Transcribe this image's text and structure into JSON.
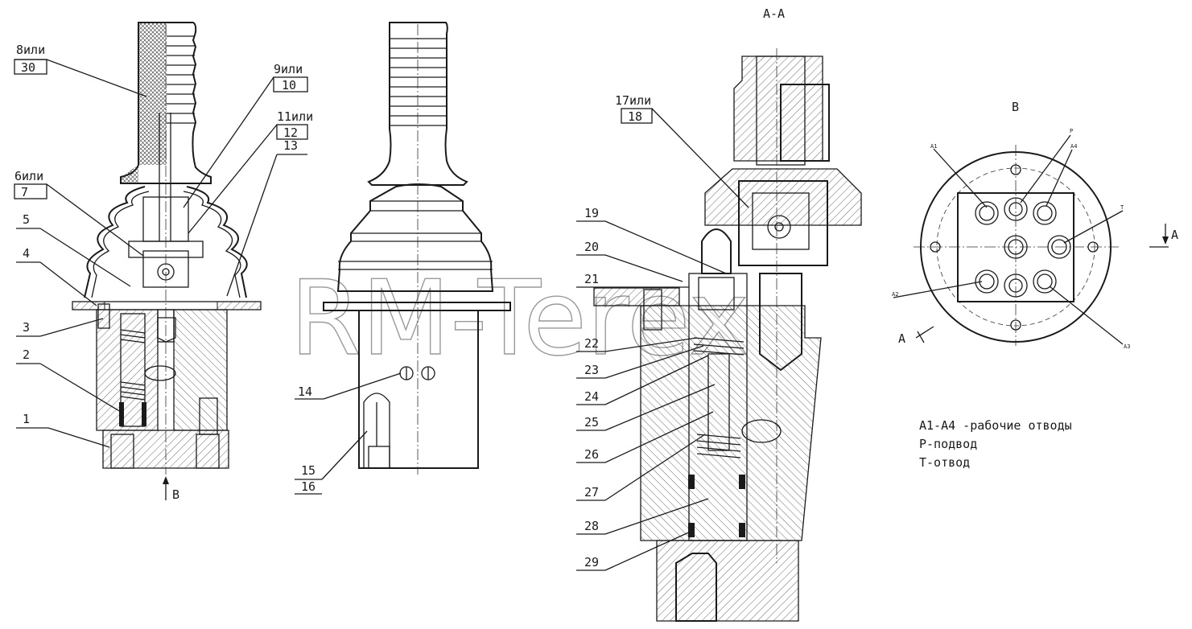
{
  "section_title": "А-А",
  "view_b_title": "В",
  "view_arrow_b": "В",
  "section_arrow_a_right": "А",
  "section_arrow_a_bottom": "А",
  "watermark": "RM-Terex",
  "port_labels": {
    "a1": "A1",
    "p": "P",
    "a4": "A4",
    "t": "T",
    "a2": "A2",
    "a3": "A3"
  },
  "legend": [
    "A1-A4 -рабочие отводы",
    "P-подвод",
    "T-отвод"
  ],
  "callouts": {
    "c8_30": {
      "top": "8или",
      "bottom": "30"
    },
    "c9_10": {
      "top": "9или",
      "bottom": "10"
    },
    "c11_12": {
      "top": "11или",
      "bottom": "12"
    },
    "c13": "13",
    "c6_7": {
      "top": "6или",
      "bottom": "7"
    },
    "c5": "5",
    "c4": "4",
    "c3": "3",
    "c2": "2",
    "c1": "1",
    "c14": "14",
    "c15_16": {
      "top": "15",
      "bottom": "16"
    },
    "c17_18": {
      "top": "17или",
      "bottom": "18"
    },
    "c19": "19",
    "c20": "20",
    "c21": "21",
    "c22": "22",
    "c23": "23",
    "c24": "24",
    "c25": "25",
    "c26": "26",
    "c27": "27",
    "c28": "28",
    "c29": "29"
  }
}
